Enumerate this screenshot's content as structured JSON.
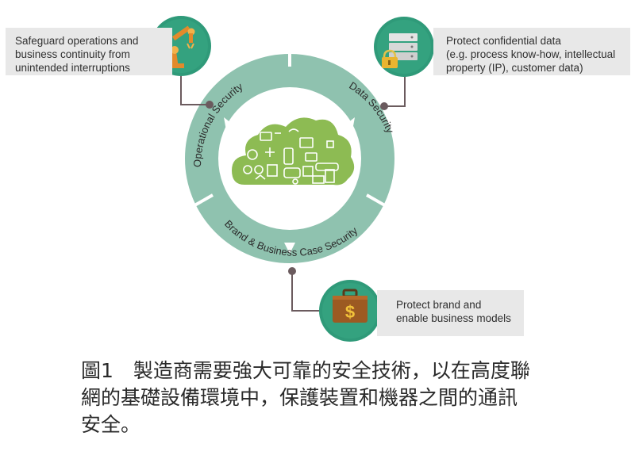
{
  "callouts": {
    "operations": [
      "Safeguard operations and",
      "business continuity from",
      "unintended interruptions"
    ],
    "data": [
      "Protect confidential data",
      "(e.g. process know-how, intellectual",
      "property (IP), customer data)"
    ],
    "brand": [
      "Protect brand and",
      "enable business models"
    ]
  },
  "ring_labels": {
    "operational": "Operational Security",
    "data": "Data Security",
    "brand": "Brand & Business Case Security"
  },
  "caption": {
    "line1": "圖1　製造商需要強大可靠的安全技術，以在高度聯",
    "line2": "網的基礎設備環境中，保護裝置和機器之間的通訊",
    "line3": "安全。"
  },
  "icons": {
    "operations": "robot-arm-icon",
    "data": "server-lock-icon",
    "brand": "briefcase-dollar-icon",
    "center": "iot-cloud-icon"
  },
  "colors": {
    "ring": "#8fc2af",
    "ring_dark": "#6ea993",
    "icon_circle": "#2f9a79",
    "cloud": "#8dbb53",
    "callout_bg": "#e8e8e8",
    "connector": "#6b5b5e"
  }
}
